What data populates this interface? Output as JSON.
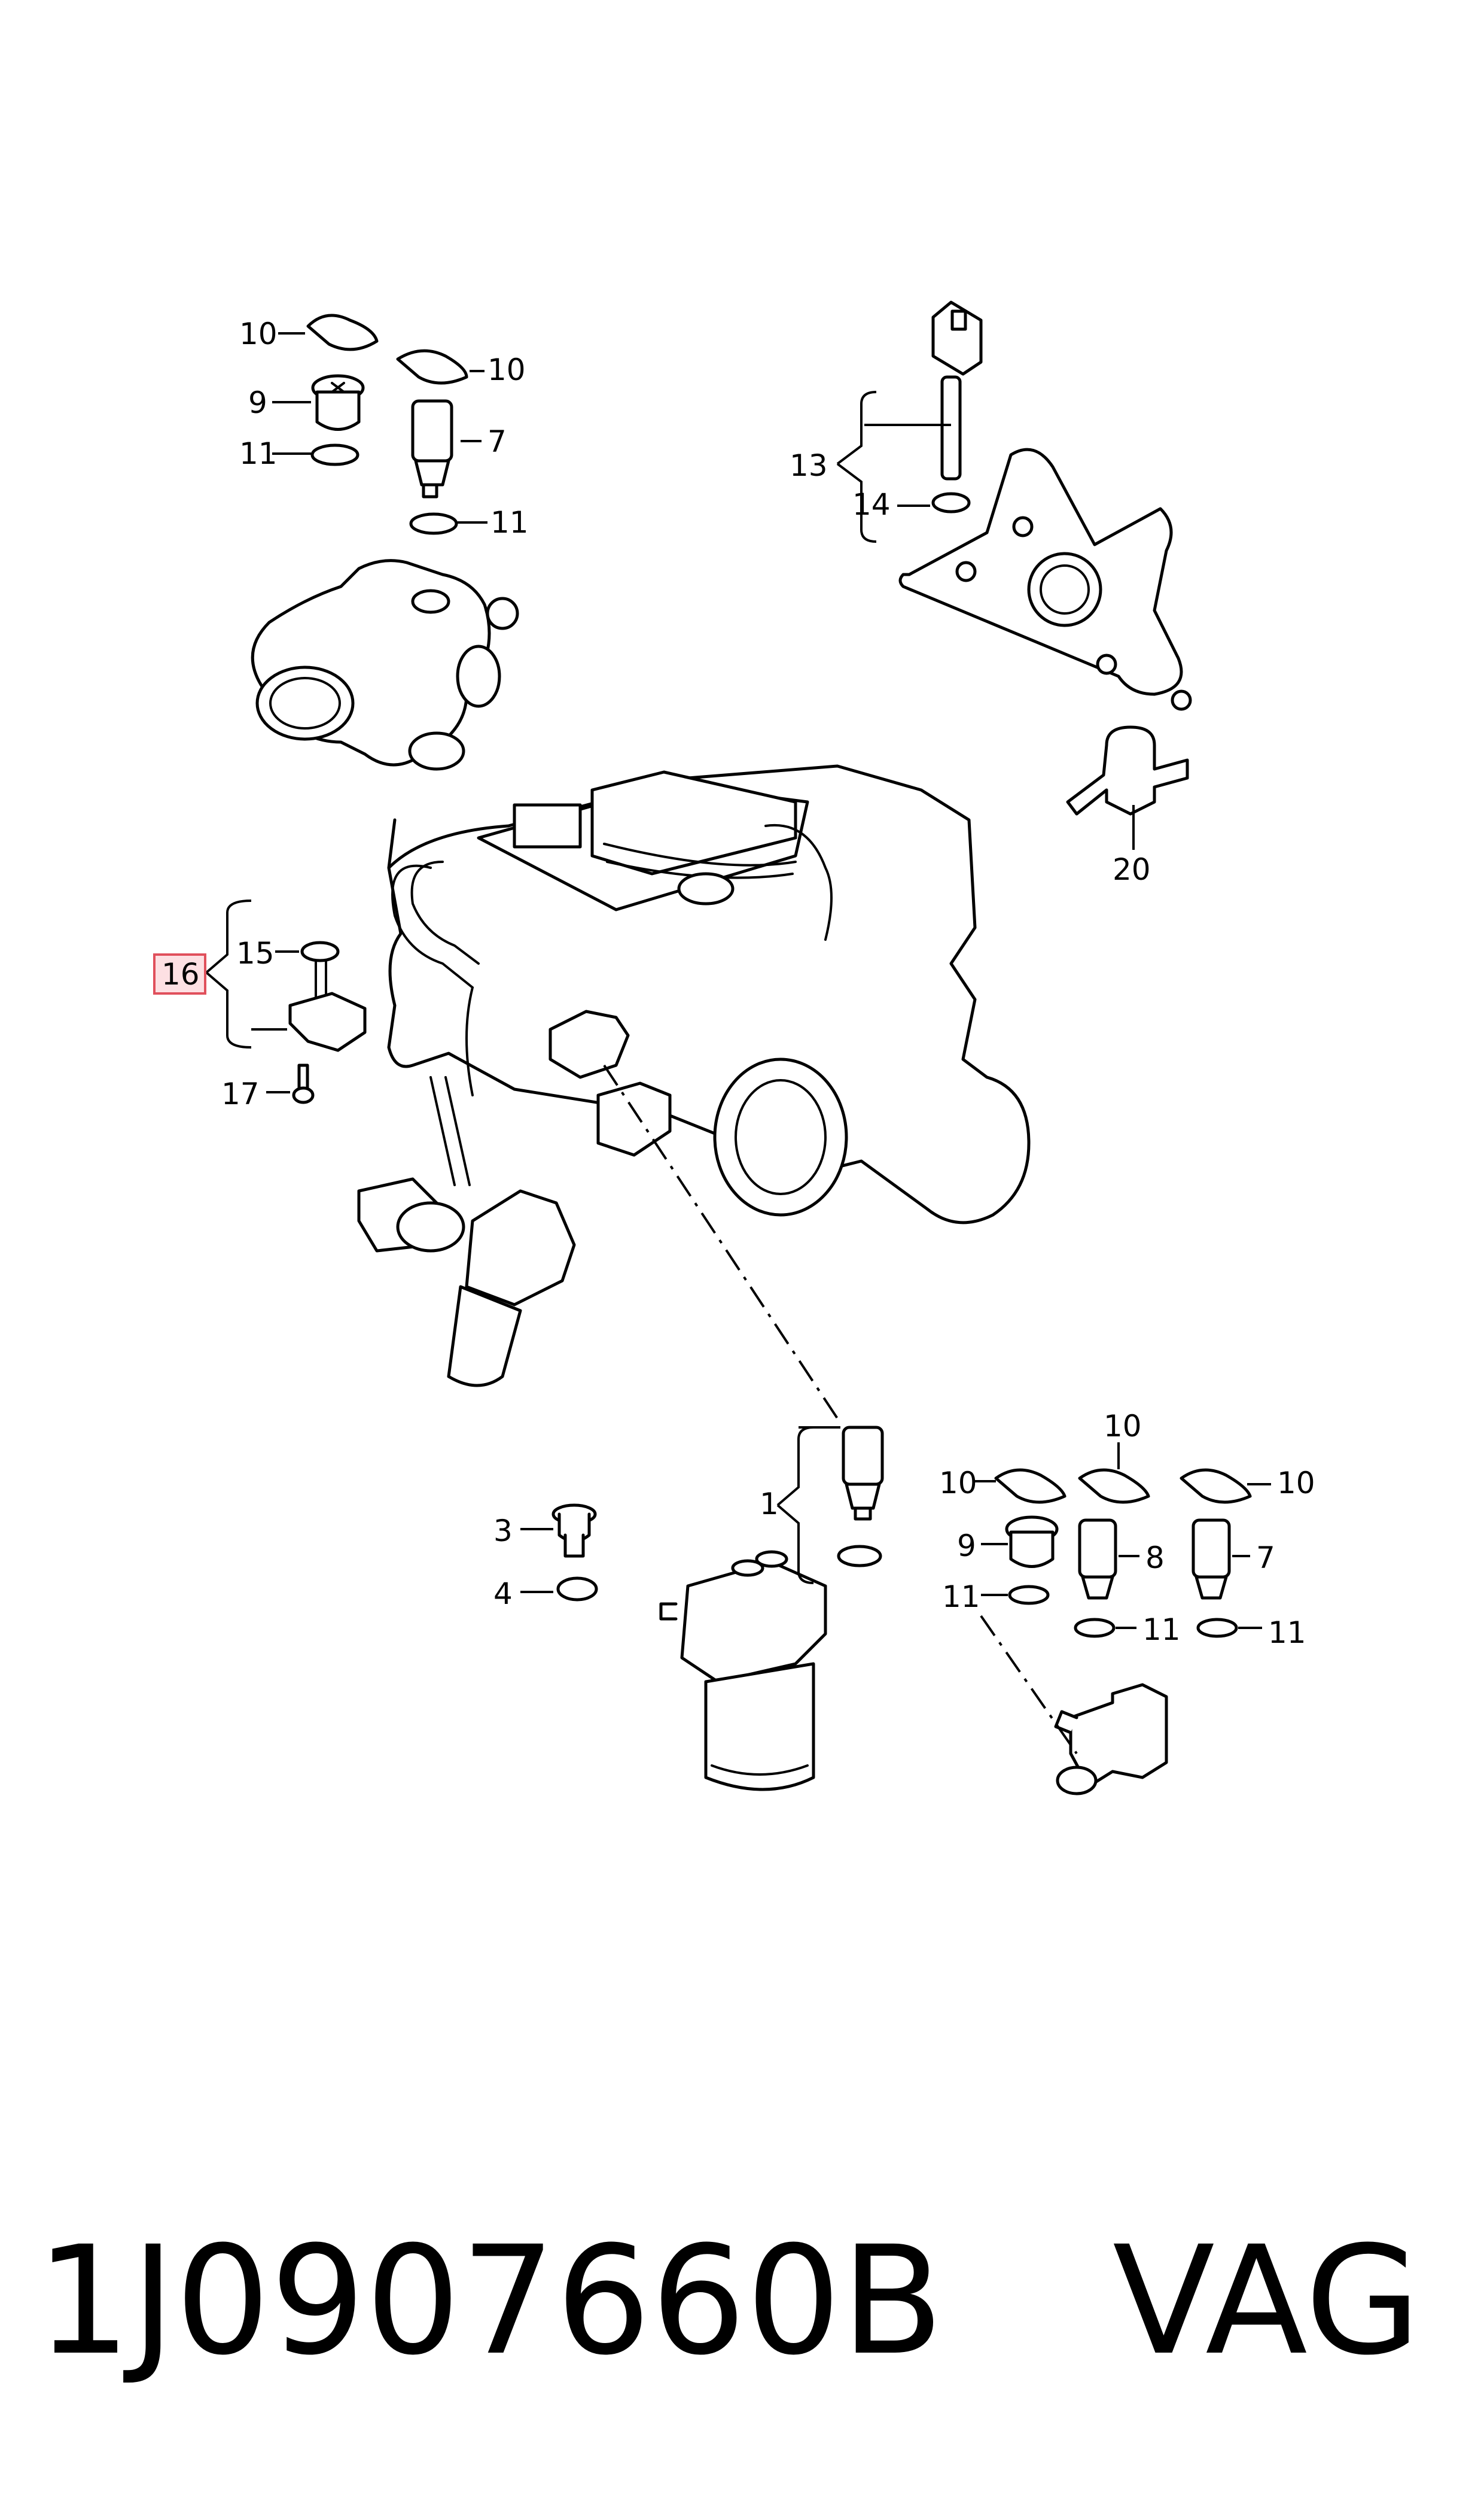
{
  "callouts": {
    "c1": "1",
    "c3": "3",
    "c4": "4",
    "c7a": "7",
    "c7b": "7",
    "c8": "8",
    "c9a": "9",
    "c9b": "9",
    "c10a": "10",
    "c10b": "10",
    "c10c": "10",
    "c10d": "10",
    "c10e": "10",
    "c11a": "11",
    "c11b": "11",
    "c11c": "11",
    "c11d": "11",
    "c11e": "11",
    "c13": "13",
    "c14": "14",
    "c15": "15",
    "c16": "16",
    "c17": "17",
    "c20": "20"
  },
  "highlighted_callout": "16",
  "colors": {
    "highlight_fill": "#fde0e3",
    "highlight_border": "#e0505c",
    "line": "#000000"
  },
  "footer": {
    "part_number": "1J0907660B",
    "brand": "VAG"
  }
}
